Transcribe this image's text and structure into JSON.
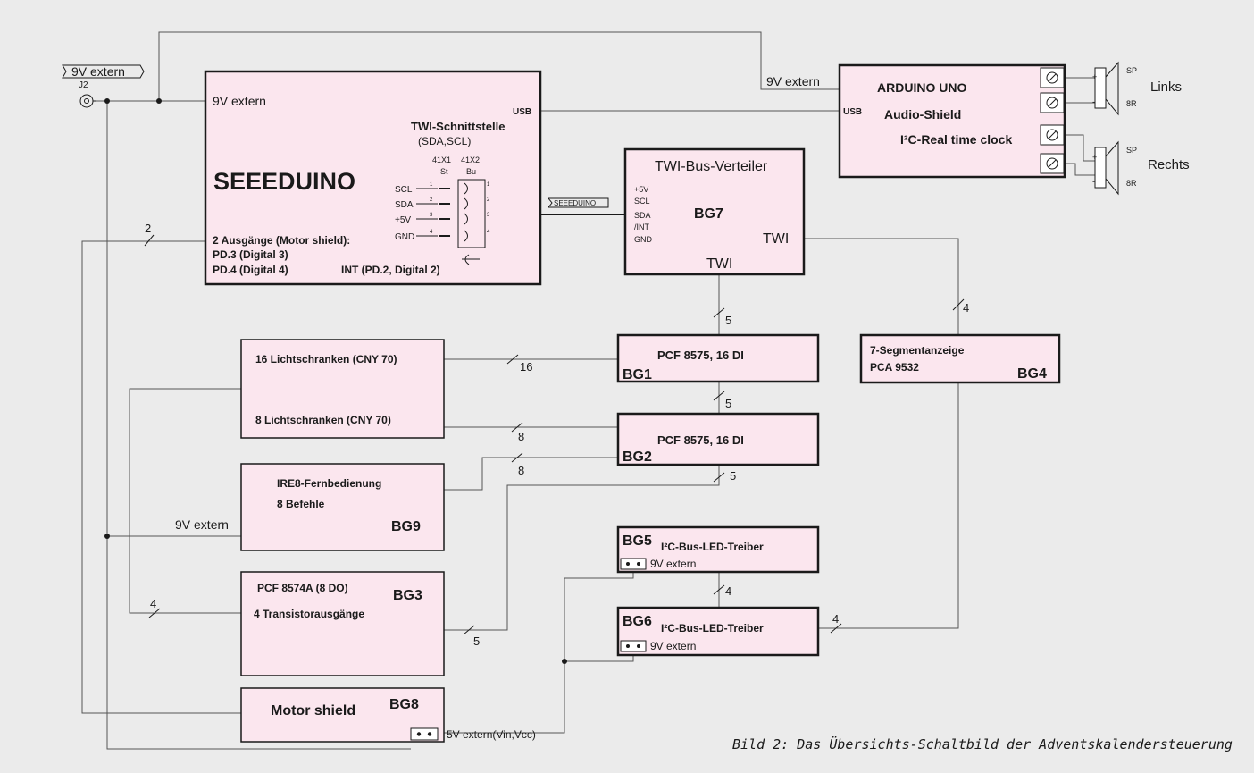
{
  "connector": {
    "label": "9V extern",
    "ref": "J2"
  },
  "seeeduino": {
    "power": "9V extern",
    "usb": "USB",
    "twi_title": "TWI-Schnittstelle",
    "twi_sub": "(SDA,SCL)",
    "conn_st_id": "41X1",
    "conn_bu_id": "41X2",
    "conn_st": "St",
    "conn_bu": "Bu",
    "name": "SEEEDUINO",
    "pins": [
      "SCL",
      "SDA",
      "+5V",
      "GND"
    ],
    "pin_numbers": [
      "1",
      "2",
      "3",
      "4"
    ],
    "outputs_title": "2 Ausgänge (Motor shield):",
    "out1": "PD.3 (Digital 3)",
    "out2": "PD.4 (Digital 4)",
    "int": "INT (PD.2, Digital 2)",
    "bus_tag": "SEEEDUINO"
  },
  "arduino": {
    "power": "9V extern",
    "usb": "USB",
    "line1": "ARDUINO UNO",
    "line2": "Audio-Shield",
    "line3": "I²C-Real time clock",
    "speakers": [
      {
        "label": "Links"
      },
      {
        "label": "Rechts"
      }
    ],
    "sp": "SP",
    "ohm": "8R",
    "plus": "+",
    "minus": "-"
  },
  "bg7": {
    "title": "TWI-Bus-Verteiler",
    "id": "BG7",
    "pins": [
      "+5V",
      "SCL",
      "SDA",
      "/INT",
      "GND"
    ],
    "twi_right": "TWI",
    "twi_bottom": "TWI"
  },
  "bg1": {
    "title": "PCF 8575, 16 DI",
    "id": "BG1"
  },
  "bg2": {
    "title": "PCF 8575, 16 DI",
    "id": "BG2"
  },
  "bg4": {
    "line1": "7-Segmentanzeige",
    "line2": "PCA 9532",
    "id": "BG4"
  },
  "light": {
    "line1": "16 Lichtschranken (CNY 70)",
    "line2": "8 Lichtschranken (CNY 70)"
  },
  "bg9": {
    "line1": "IRE8-Fernbedienung",
    "line2": "8 Befehle",
    "id": "BG9",
    "power": "9V extern"
  },
  "bg3": {
    "line1": "PCF 8574A  (8 DO)",
    "line2": "4 Transistorausgänge",
    "id": "BG3"
  },
  "bg8": {
    "name": "Motor shield",
    "id": "BG8",
    "power": "5V extern(Vin,Vcc)"
  },
  "bg5": {
    "id": "BG5",
    "title": "I²C-Bus-LED-Treiber",
    "power": "9V extern"
  },
  "bg6": {
    "id": "BG6",
    "title": "I²C-Bus-LED-Treiber",
    "power": "9V extern"
  },
  "bus_widths": {
    "seeeduino_motor": "2",
    "bg7_bg1": "5",
    "bg7_bg4": "4",
    "bg1_light": "16",
    "bg1_bg2": "5",
    "bg2_light": "8",
    "bg2_bg9": "8",
    "bg2_bg3": "5",
    "bg3_light": "4",
    "bg3_bus": "5",
    "bg5_bg6": "4",
    "bg6_bg4": "4"
  },
  "caption": "Bild 2: Das Übersichts-Schaltbild der Adventskalendersteuerung"
}
